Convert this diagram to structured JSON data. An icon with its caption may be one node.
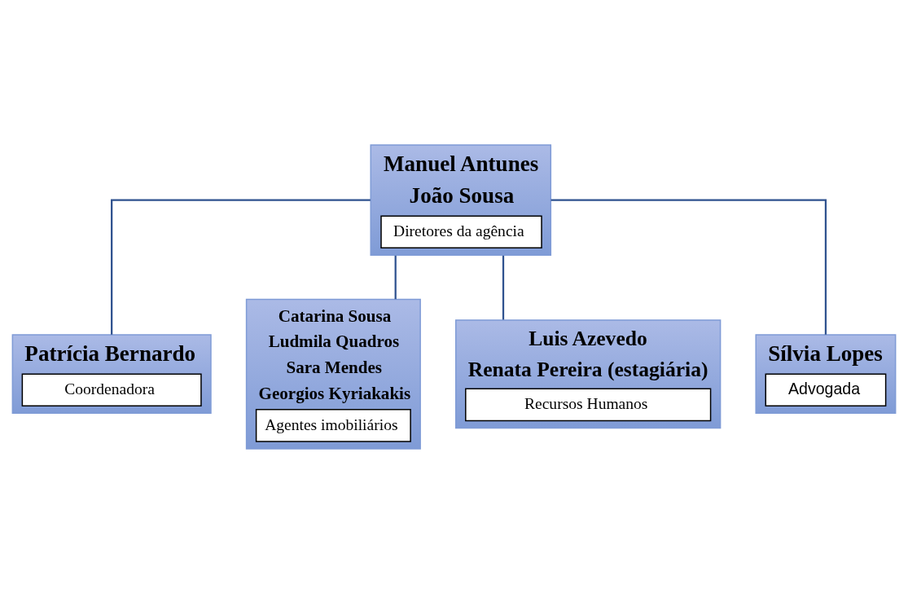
{
  "diagram": {
    "nodes": [
      {
        "text": [
          "Manuel Antunes",
          "João Sousa",
          "Diretores da agência"
        ]
      },
      {
        "text": [
          "Patrícia Bernardo",
          "Coordenadora"
        ]
      },
      {
        "text": [
          "Catarina Sousa",
          "Ludmila Quadros",
          "Sara Mendes",
          "Georgios Kyriakakis",
          "Agentes imobiliários"
        ]
      },
      {
        "text": [
          "Luis Azevedo",
          "Renata Pereira (estagiária)",
          "Recursos Humanos"
        ]
      },
      {
        "text": [
          "Sílvia Lopes",
          "Advogada"
        ]
      }
    ],
    "edges": [
      {
        "from": 0,
        "to": 1,
        "arrow": "none"
      },
      {
        "from": 0,
        "to": 2,
        "arrow": "none"
      },
      {
        "from": 0,
        "to": 3,
        "arrow": "none"
      },
      {
        "from": 0,
        "to": 4,
        "arrow": "none"
      }
    ]
  }
}
